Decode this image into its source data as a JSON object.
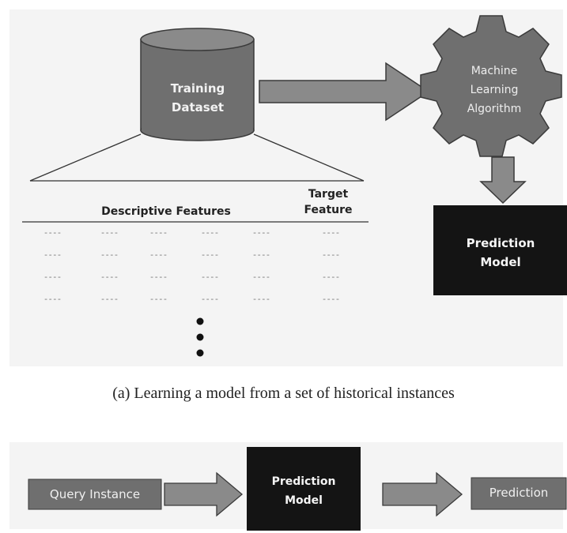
{
  "panel_a": {
    "training_dataset": [
      "Training",
      "Dataset"
    ],
    "algorithm": [
      "Machine",
      "Learning",
      "Algorithm"
    ],
    "prediction_model": [
      "Prediction",
      "Model"
    ],
    "table": {
      "descriptive_header": "Descriptive Features",
      "target_header": [
        "Target",
        "Feature"
      ],
      "cell_placeholder": "----",
      "rows": [
        [
          "----",
          "----",
          "----",
          "----",
          "----",
          "----"
        ],
        [
          "----",
          "----",
          "----",
          "----",
          "----",
          "----"
        ],
        [
          "----",
          "----",
          "----",
          "----",
          "----",
          "----"
        ],
        [
          "----",
          "----",
          "----",
          "----",
          "----",
          "----"
        ]
      ]
    },
    "caption": "(a) Learning a model from a set of historical instances"
  },
  "panel_b": {
    "query_instance": "Query Instance",
    "prediction_model": [
      "Prediction",
      "Model"
    ],
    "prediction": "Prediction"
  },
  "colors": {
    "gray_shape": "#6f6f6f",
    "dark_box": "#141414",
    "arrow_fill": "#8a8a8a",
    "panel_bg": "#f4f4f4"
  }
}
